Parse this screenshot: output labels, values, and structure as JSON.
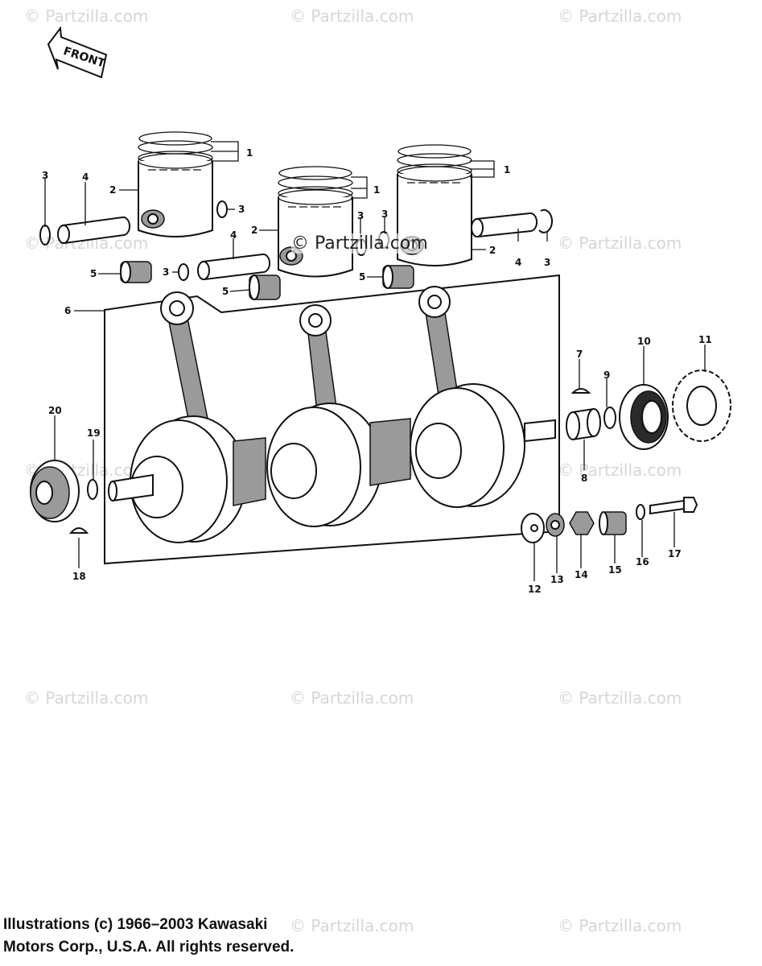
{
  "watermark": "© Partzilla.com",
  "center_watermark": "© Partzilla.com",
  "front_label": "FRONT",
  "callouts": {
    "n1": "1",
    "n2": "2",
    "n3": "3",
    "n4": "4",
    "n5": "5",
    "n6": "6",
    "n7": "7",
    "n8": "8",
    "n9": "9",
    "n10": "10",
    "n11": "11",
    "n12": "12",
    "n13": "13",
    "n14": "14",
    "n15": "15",
    "n16": "16",
    "n17": "17",
    "n18": "18",
    "n19": "19",
    "n20": "20"
  },
  "copyright": {
    "line1": "Illustrations (c) 1966–2003 Kawasaki",
    "line2": "Motors Corp., U.S.A.  All rights reserved."
  }
}
